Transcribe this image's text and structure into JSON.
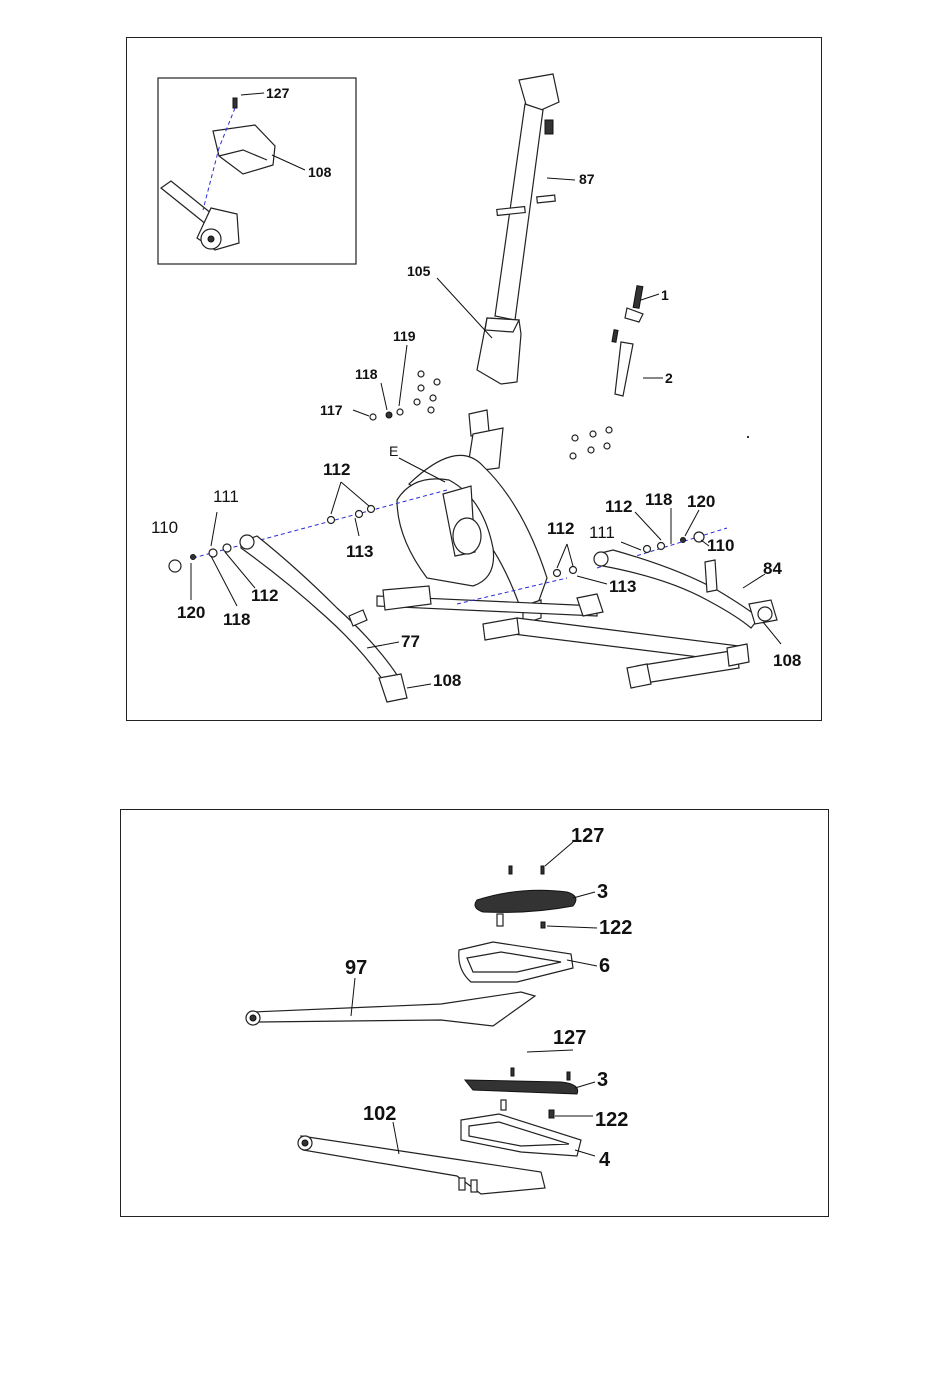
{
  "top_diagram": {
    "inset": {
      "labels": [
        "127",
        "108"
      ]
    },
    "labels": {
      "l87": "87",
      "l105": "105",
      "l1": "1",
      "l2": "2",
      "l119": "119",
      "l118a": "118",
      "l117": "117",
      "lE": "E",
      "l112a": "112",
      "l111a": "111",
      "l110a": "110",
      "l113a": "113",
      "l120a": "120",
      "l118b": "118",
      "l112b": "112",
      "l77": "77",
      "l108a": "108",
      "l112c": "112",
      "l118c": "118",
      "l120b": "120",
      "l111b": "111",
      "l110b": "110",
      "l112d": "112",
      "l113b": "113",
      "l84": "84",
      "l108b": "108"
    }
  },
  "bottom_diagram": {
    "labels": {
      "l127a": "127",
      "l3a": "3",
      "l122a": "122",
      "l6": "6",
      "l97": "97",
      "l127b": "127",
      "l3b": "3",
      "l122b": "122",
      "l4": "4",
      "l102": "102"
    }
  }
}
